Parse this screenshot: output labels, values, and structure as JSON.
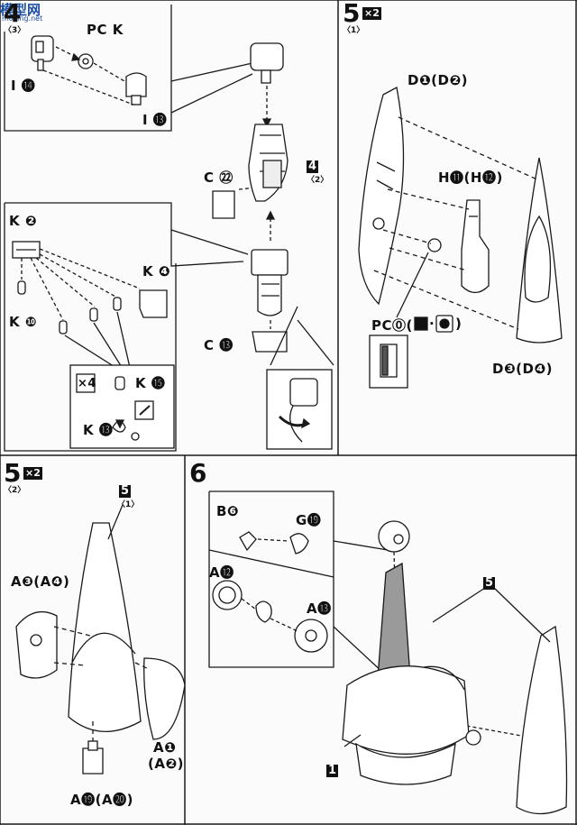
{
  "watermark": {
    "logo": "模型网",
    "url": "moxing.net"
  },
  "step4": {
    "number": "4",
    "sub": "〈3〉",
    "ref_number": "4",
    "ref_sub": "〈2〉",
    "labels": {
      "pc_k": "PC K",
      "i14": "I ⓮",
      "i13": "I ⓭",
      "c22": "C ㉒",
      "c13": "C ⓭",
      "k2": "K ❷",
      "k4": "K ❹",
      "k10": "K ❿",
      "k15": "K ⓯",
      "k13": "K ⓭",
      "x4": "×4"
    }
  },
  "step5_1": {
    "number": "5",
    "mult": "×2",
    "sub": "〈1〉",
    "labels": {
      "d1": "D❶(D❷)",
      "h11": "H⓫(H⓬)",
      "pc_o": "PC⓪(",
      "pc_sep": "·",
      "pc_close": ")",
      "d3": "D❸(D❹)"
    }
  },
  "step5_2": {
    "number": "5",
    "mult": "×2",
    "sub": "〈2〉",
    "ref_number": "5",
    "ref_sub": "〈1〉",
    "labels": {
      "a3": "A❸(A❹)",
      "a1": "A❶",
      "a2": "(A❷)",
      "a19": "A⓳(A⓴)"
    }
  },
  "step6": {
    "number": "6",
    "ref5": "5",
    "ref1": "1",
    "labels": {
      "b6": "B❻",
      "g19": "G⓳",
      "a12": "A⓬",
      "a13": "A⓭"
    }
  }
}
